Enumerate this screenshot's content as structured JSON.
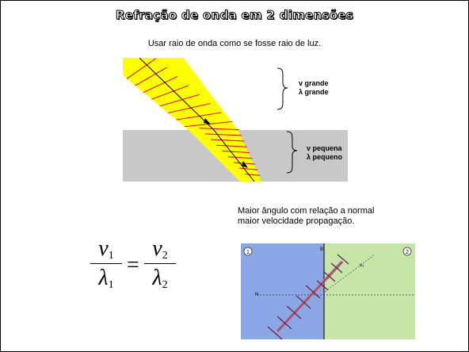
{
  "slide": {
    "title": "Refração de onda em 2 dimensões",
    "subtitle": "Usar raio de onda como se fosse raio de luz.",
    "region_top": {
      "v_label": "v grande",
      "lambda_label": "λ grande"
    },
    "region_bottom": {
      "v_label": "v pequena",
      "lambda_label": "λ pequeno"
    },
    "description_line1": "Maior ângulo com relação a normal",
    "description_line2": "maior velocidade propagação.",
    "formula": {
      "num_left": "v",
      "num_left_sub": "1",
      "den_left": "λ",
      "den_left_sub": "1",
      "equals": "=",
      "num_right": "v",
      "num_right_sub": "2",
      "den_right": "λ",
      "den_right_sub": "2"
    },
    "figure_labels": {
      "medium_left": "1",
      "medium_right": "2",
      "normal_top": "B",
      "normal_left": "N",
      "velocity": "v₂"
    }
  },
  "colors": {
    "band": "#ffff00",
    "wavefront": "#e00000",
    "medium_slow": "#c8c8c8",
    "photo_left": "#8aa8e6",
    "photo_right": "#c6e6a8"
  }
}
